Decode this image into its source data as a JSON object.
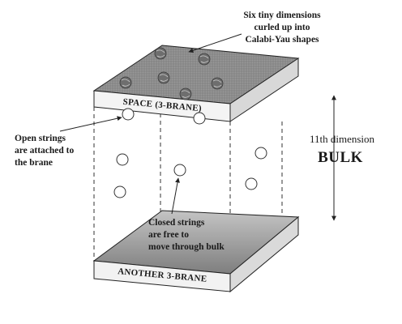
{
  "labels": {
    "six_dims": [
      "Six tiny dimensions",
      "curled up into",
      "Calabi-Yau shapes"
    ],
    "space_brane": "SPACE (3-BRANE)",
    "another_brane": "ANOTHER 3-BRANE",
    "open_strings": [
      "Open strings",
      "are attached to",
      "the brane"
    ],
    "eleventh_dim": "11th dimension",
    "bulk": "BULK",
    "closed_strings": [
      "Closed strings",
      "are free to",
      "move through bulk"
    ]
  },
  "colors": {
    "plate_top": "#8c8c8c",
    "plate_front": "#f2f2f2",
    "plate_side": "#dadada",
    "line": "#222222",
    "calabi_yau": "#6e6e6e"
  }
}
